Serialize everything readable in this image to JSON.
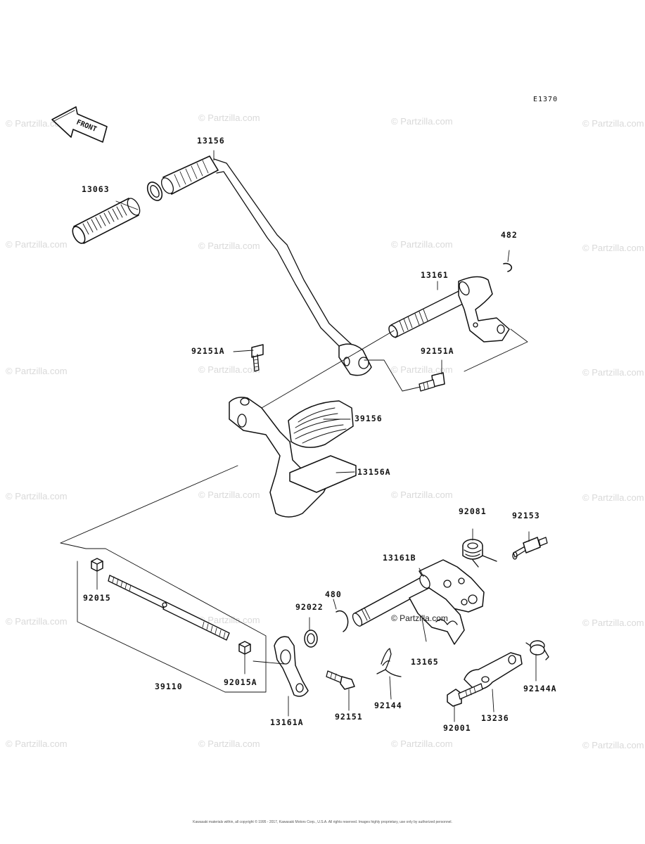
{
  "diagram_ref": "E1370",
  "front_label": "FRONT",
  "parts": {
    "p13156": "13156",
    "p13063": "13063",
    "p482": "482",
    "p13161": "13161",
    "p92151A_left": "92151A",
    "p92151A_right": "92151A",
    "p39156": "39156",
    "p13156A": "13156A",
    "p92081": "92081",
    "p92153": "92153",
    "p13161B": "13161B",
    "p480": "480",
    "p92022": "92022",
    "p92015": "92015",
    "p39110": "39110",
    "p92015A": "92015A",
    "p13161A": "13161A",
    "p92151": "92151",
    "p13165": "13165",
    "p92144": "92144",
    "p92144A": "92144A",
    "p13236": "13236",
    "p92001": "92001"
  },
  "watermark": "© Partzilla.com",
  "center_watermark": "© Partzilla.com",
  "copyright": "Kawasaki materials within, all copyright © 1995 - 2017, Kawasaki Motors Corp., U.S.A. All rights reserved. Images highly proprietary, use only by authorized personnel.",
  "colors": {
    "line": "#111111",
    "watermark": "#d9d9d9",
    "background": "#ffffff"
  }
}
